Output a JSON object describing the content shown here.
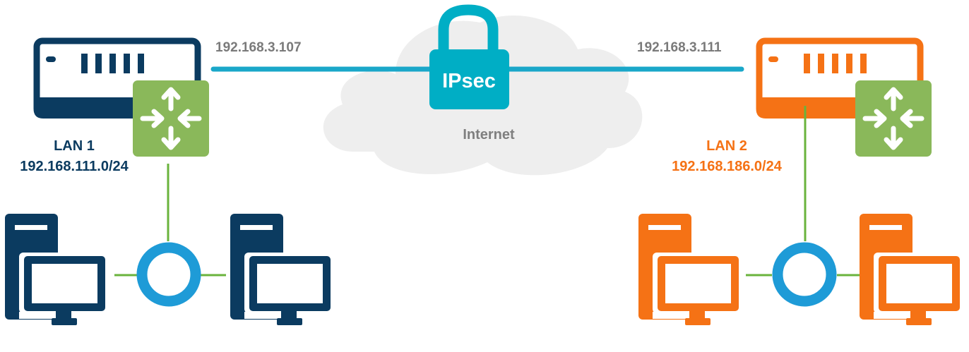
{
  "left": {
    "ip": "192.168.3.107",
    "lan_name": "LAN 1",
    "lan_subnet": "192.168.111.0/24",
    "color": "#0b3b60"
  },
  "right": {
    "ip": "192.168.3.111",
    "lan_name": "LAN 2",
    "lan_subnet": "192.168.186.0/24",
    "color": "#f57215"
  },
  "tunnel": {
    "lock_label": "IPsec",
    "cloud_label": "Internet",
    "line_color": "#1aa7c9"
  },
  "colors": {
    "router": "#8ab85a",
    "switch_ring": "#1e9bd7",
    "lan_link": "#6ab33c",
    "cloud": "#eeeeee",
    "ip_text": "#7a7a7a"
  },
  "icons": [
    "router-appliance-icon",
    "router-arrows-icon",
    "switch-ring-icon",
    "computer-tower-icon",
    "monitor-icon",
    "padlock-icon",
    "cloud-icon"
  ]
}
